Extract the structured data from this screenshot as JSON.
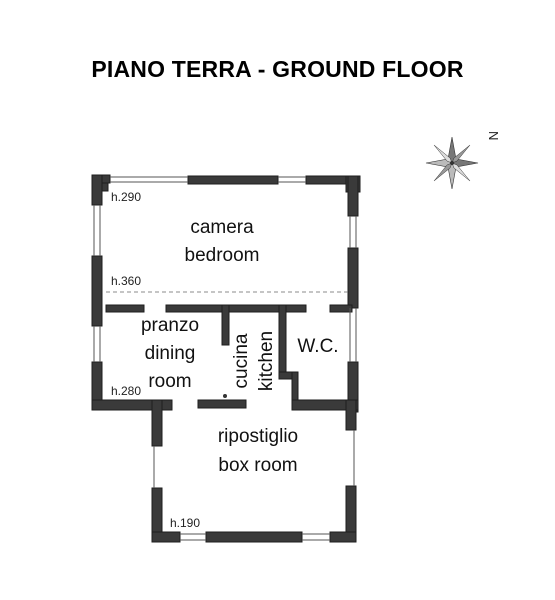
{
  "title": "PIANO TERRA - GROUND FLOOR",
  "compass": {
    "north_label": "N"
  },
  "rooms": {
    "camera": {
      "line1": "camera",
      "line2": "bedroom"
    },
    "pranzo": {
      "line1": "pranzo",
      "line2": "dining",
      "line3": "room"
    },
    "cucina": {
      "line1": "cucina",
      "line2": "kitchen"
    },
    "wc": {
      "label": "W.C."
    },
    "ripostiglio": {
      "line1": "ripostiglio",
      "line2": "box room"
    }
  },
  "heights": {
    "h290": "h.290",
    "h360": "h.360",
    "h280": "h.280",
    "h190": "h.190"
  },
  "colors": {
    "wall": "#3a3a3a",
    "wall_dark": "#1e1e1e",
    "line": "#555555"
  }
}
